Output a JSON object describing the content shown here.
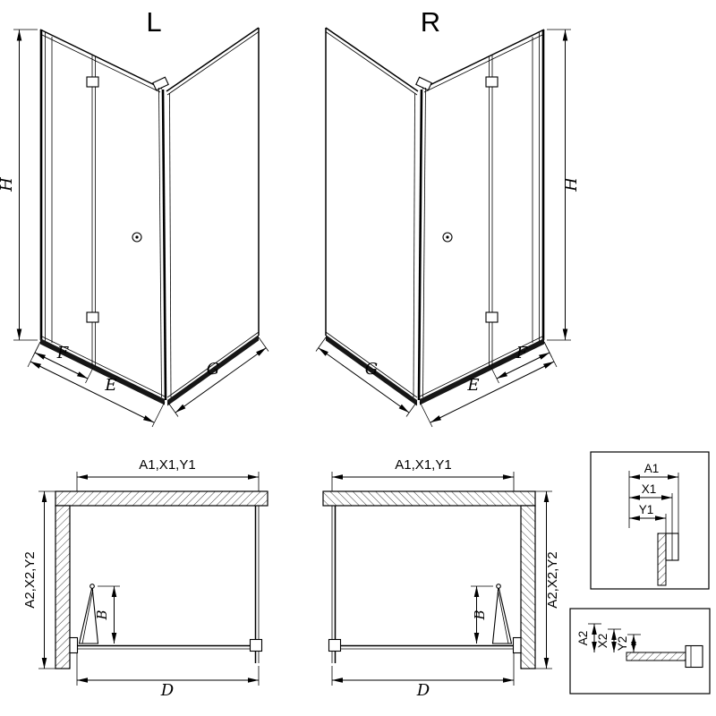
{
  "drawing": {
    "background": "#ffffff",
    "line_color": "#000000"
  },
  "views": {
    "iso_left": {
      "title": "L",
      "dims": {
        "height": "H",
        "front_segment": "F",
        "entry": "E",
        "side": "G"
      }
    },
    "iso_right": {
      "title": "R",
      "dims": {
        "height": "H",
        "front_segment": "F",
        "entry": "E",
        "side": "G"
      }
    },
    "plan_left": {
      "dims": {
        "top_width": "A1,X1,Y1",
        "side_depth": "A2,X2,Y2",
        "fold_depth": "B",
        "front_width": "D"
      }
    },
    "plan_right": {
      "dims": {
        "top_width": "A1,X1,Y1",
        "side_depth": "A2,X2,Y2",
        "fold_depth": "B",
        "front_width": "D"
      }
    },
    "detail_top": {
      "dims": {
        "a1": "A1",
        "x1": "X1",
        "y1": "Y1"
      }
    },
    "detail_bottom": {
      "dims": {
        "a2": "A2",
        "x2": "X2",
        "y2": "Y2"
      }
    }
  }
}
